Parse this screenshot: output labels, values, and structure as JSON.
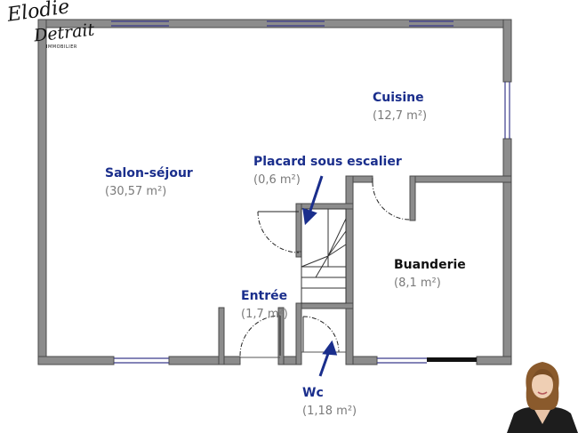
{
  "brand": {
    "name_line1": "Elodie",
    "name_line2": "Detrait",
    "subtitle": "IMMOBILIER"
  },
  "rooms": {
    "cuisine": {
      "name": "Cuisine",
      "area": "(12,7 m²)"
    },
    "salon": {
      "name": "Salon-séjour",
      "area": "(30,57 m²)"
    },
    "placard": {
      "name": "Placard sous escalier",
      "area": "(0,6 m²)"
    },
    "buanderie": {
      "name": "Buanderie",
      "area": "(8,1 m²)"
    },
    "entree": {
      "name": "Entrée",
      "area": "(1,7 m²)"
    },
    "wc": {
      "name": "Wc",
      "area": "(1,18 m²)"
    }
  },
  "colors": {
    "wall": "#8c8c8c",
    "wall_outline": "#4a4a4a",
    "label_blue": "#1a2e8c",
    "area_gray": "#7a7a7a",
    "window": "#3a3a8c"
  }
}
